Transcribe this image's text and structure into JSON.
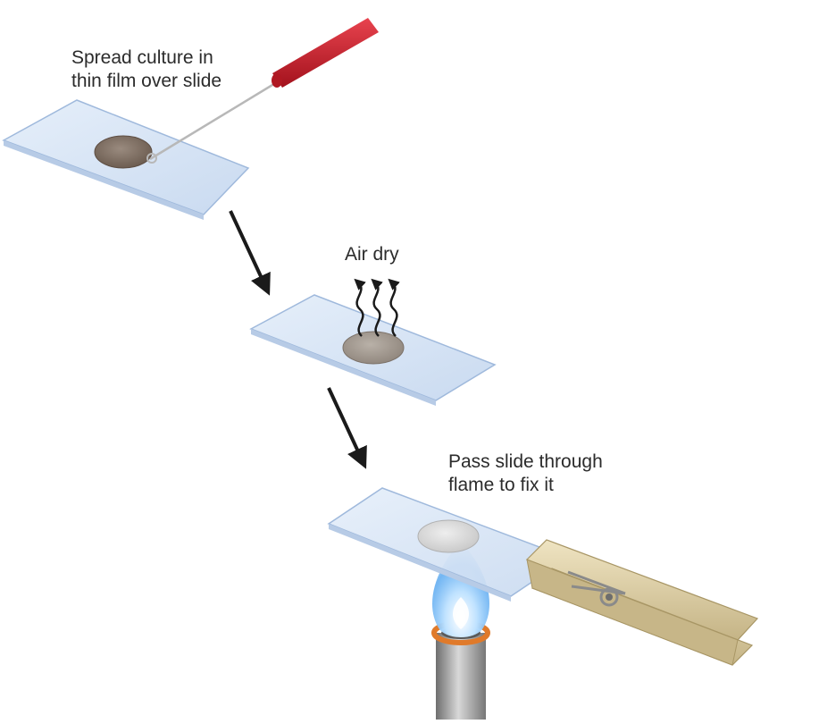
{
  "steps": [
    {
      "id": "spread",
      "label": "Spread culture in\nthin film over slide"
    },
    {
      "id": "dry",
      "label": "Air dry"
    },
    {
      "id": "fix",
      "label": "Pass slide through\nflame to fix it"
    }
  ],
  "colors": {
    "slide_fill": "#d6e4f5",
    "slide_edge": "#9fb9dc",
    "smear_wet": "#7a6a5e",
    "smear_dry": "#a39a90",
    "smear_fixed": "#d9d9d9",
    "loop_handle": "#c91f2b",
    "arrow": "#1a1a1a",
    "flame_outer": "#5aa9f0",
    "flame_inner": "#ffffff",
    "burner_ring": "#e07a2a",
    "clothespin": "#d8c89e"
  },
  "icons": {
    "inoculating_loop": "inoculating-loop-icon",
    "heat_waves": "wavy-up-arrows-icon",
    "burner": "bunsen-burner-icon",
    "clothespin": "clothespin-icon"
  }
}
